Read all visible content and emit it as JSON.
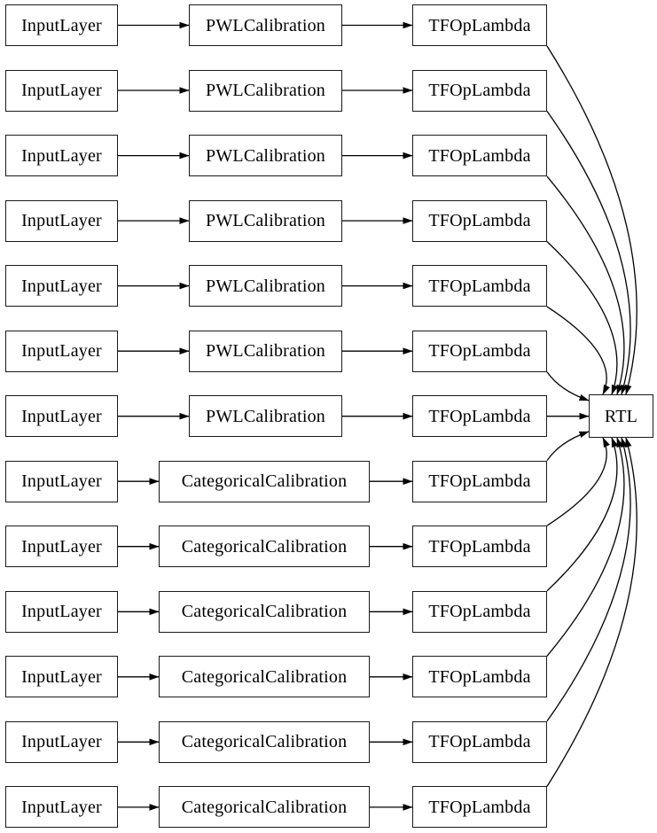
{
  "diagram": {
    "type": "model-graph",
    "background_color": "#ffffff",
    "node_fill": "#ffffff",
    "node_border_color": "#1a1a1a",
    "edge_color": "#000000",
    "text_color": "#000000",
    "output_node": {
      "label": "RTL"
    },
    "rows": [
      {
        "input": "InputLayer",
        "calibration": "PWLCalibration",
        "calibration_type": "pwl",
        "op": "TFOpLambda"
      },
      {
        "input": "InputLayer",
        "calibration": "PWLCalibration",
        "calibration_type": "pwl",
        "op": "TFOpLambda"
      },
      {
        "input": "InputLayer",
        "calibration": "PWLCalibration",
        "calibration_type": "pwl",
        "op": "TFOpLambda"
      },
      {
        "input": "InputLayer",
        "calibration": "PWLCalibration",
        "calibration_type": "pwl",
        "op": "TFOpLambda"
      },
      {
        "input": "InputLayer",
        "calibration": "PWLCalibration",
        "calibration_type": "pwl",
        "op": "TFOpLambda"
      },
      {
        "input": "InputLayer",
        "calibration": "PWLCalibration",
        "calibration_type": "pwl",
        "op": "TFOpLambda"
      },
      {
        "input": "InputLayer",
        "calibration": "PWLCalibration",
        "calibration_type": "pwl",
        "op": "TFOpLambda"
      },
      {
        "input": "InputLayer",
        "calibration": "CategoricalCalibration",
        "calibration_type": "categorical",
        "op": "TFOpLambda"
      },
      {
        "input": "InputLayer",
        "calibration": "CategoricalCalibration",
        "calibration_type": "categorical",
        "op": "TFOpLambda"
      },
      {
        "input": "InputLayer",
        "calibration": "CategoricalCalibration",
        "calibration_type": "categorical",
        "op": "TFOpLambda"
      },
      {
        "input": "InputLayer",
        "calibration": "CategoricalCalibration",
        "calibration_type": "categorical",
        "op": "TFOpLambda"
      },
      {
        "input": "InputLayer",
        "calibration": "CategoricalCalibration",
        "calibration_type": "categorical",
        "op": "TFOpLambda"
      },
      {
        "input": "InputLayer",
        "calibration": "CategoricalCalibration",
        "calibration_type": "categorical",
        "op": "TFOpLambda"
      }
    ],
    "connections_per_row": [
      "input->calibration",
      "calibration->op",
      "op->output"
    ]
  }
}
